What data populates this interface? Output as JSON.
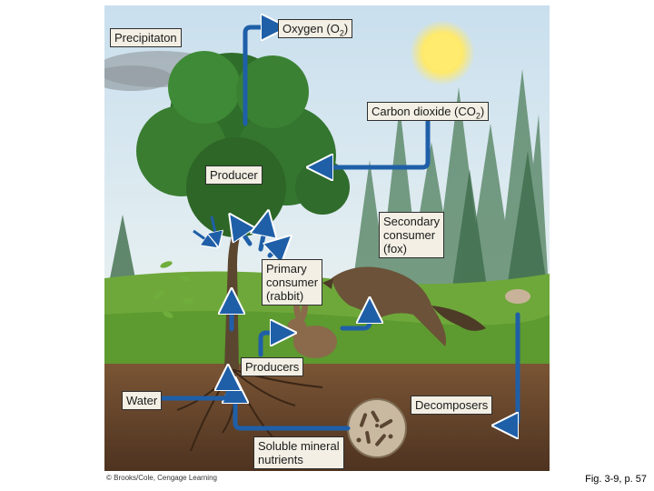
{
  "labels": {
    "precipitation": "Precipitaton",
    "oxygen_prefix": "Oxygen (O",
    "oxygen_sub": "2",
    "oxygen_suffix": ")",
    "carbon_prefix": "Carbon dioxide (CO",
    "carbon_sub": "2",
    "carbon_suffix": ")",
    "producer": "Producer",
    "secondary_line1": "Secondary",
    "secondary_line2": "consumer",
    "secondary_line3": "(fox)",
    "primary_line1": "Primary",
    "primary_line2": "consumer",
    "primary_line3": "(rabbit)",
    "producers": "Producers",
    "water": "Water",
    "decomposers": "Decomposers",
    "soluble_line1": "Soluble mineral",
    "soluble_line2": "nutrients"
  },
  "copyright": "© Brooks/Cole, Cengage Learning",
  "caption": "Fig. 3-9, p. 57",
  "colors": {
    "arrow": "#1f5fa8",
    "sky": "#d7e8f2",
    "soil": "#6b4a2e",
    "grass": "#6ea83a",
    "label_bg": "#f3efe4"
  },
  "icons": [
    "sun-icon",
    "tree-icon",
    "rabbit-icon",
    "fox-icon",
    "bacteria-icon"
  ]
}
